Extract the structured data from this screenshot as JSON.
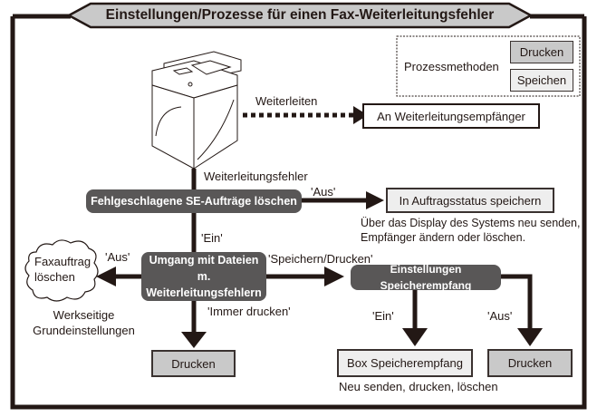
{
  "title": "Einstellungen/Prozesse für einen Fax-Weiterleitungsfehler",
  "legend": {
    "label": "Prozessmethoden",
    "items": [
      {
        "label": "Drucken",
        "color": "#c9c9c9"
      },
      {
        "label": "Speichen",
        "color": "#eeeeee"
      }
    ]
  },
  "device": {
    "icon": "multifunction-printer-icon"
  },
  "forward": {
    "edge_label": "Weiterleiten",
    "target": "An Weiterleitungsempfänger"
  },
  "error": {
    "edge_label": "Weiterleitungsfehler"
  },
  "delete_failed": {
    "label": "Fehlgeschlagene SE-Aufträge löschen",
    "off_label": "'Aus'",
    "off_target": "In Auftragsstatus speichern",
    "off_note_line1": "Über das Display des Systems neu senden,",
    "off_note_line2": "Empfänger ändern oder löschen.",
    "on_label": "'Ein'"
  },
  "handling": {
    "label_line1": "Umgang mit Dateien m.",
    "label_line2": "Weiterleitungsfehlern",
    "off_label": "'Aus'",
    "off_target_line1": "Faxauftrag",
    "off_target_line2": "löschen",
    "default_note_line1": "Werkseitige",
    "default_note_line2": "Grundeinstellungen",
    "save_print_label": "'Speichern/Drucken'",
    "always_print_label": "'Immer drucken'",
    "always_print_target": "Drucken"
  },
  "memory_rx": {
    "label": "Einstellungen Speicherempfang",
    "on_label": "'Ein'",
    "on_target": "Box Speicherempfang",
    "on_note": "Neu senden, drucken, löschen",
    "off_label": "'Aus'",
    "off_target": "Drucken"
  },
  "colors": {
    "frame": "#231815",
    "process_node": "#595757",
    "print_fill": "#c9c9c9",
    "save_fill": "#eeeeee",
    "title_fill": "#c9c9c9"
  }
}
